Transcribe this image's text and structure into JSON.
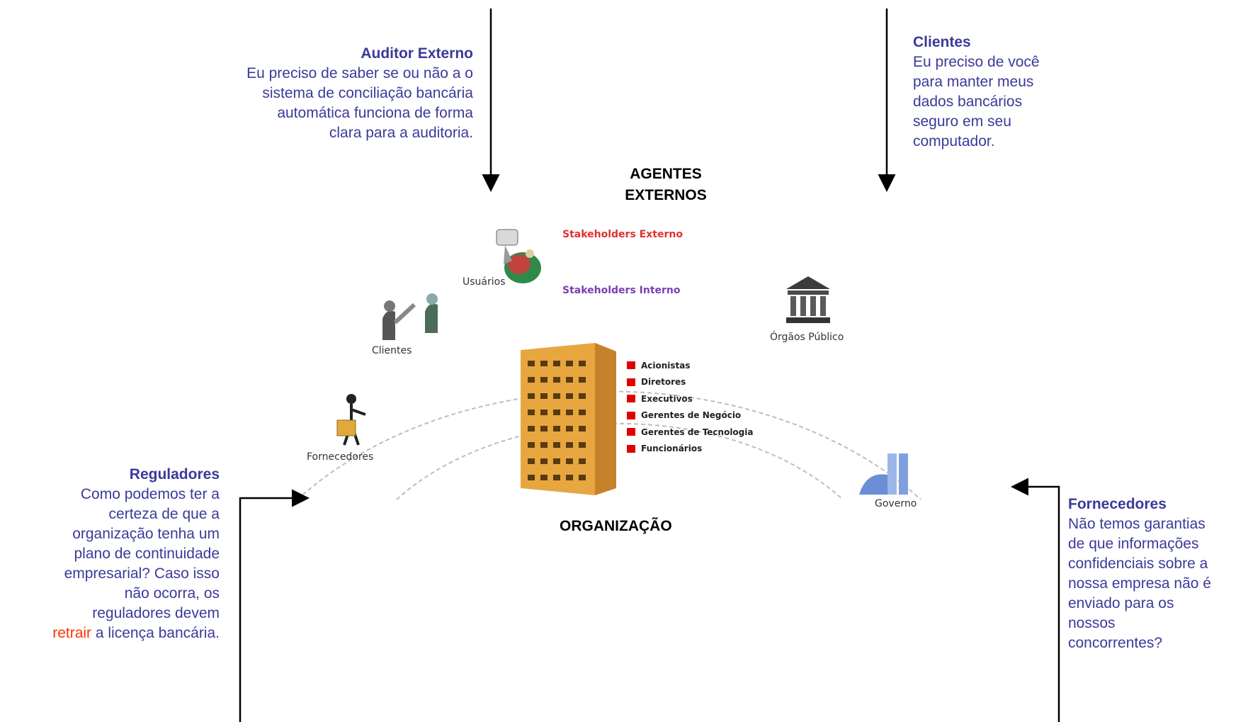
{
  "center": {
    "agentes_line1": "AGENTES",
    "agentes_line2": "EXTERNOS",
    "organizacao": "ORGANIZAÇÃO"
  },
  "arcs": {
    "outer_label": "Stakeholders Externo",
    "inner_label": "Stakeholders Interno",
    "outer_color": "#e03030",
    "inner_color": "#7a3fb0"
  },
  "stakeholders": {
    "usuarios": "Usuários",
    "clientes": "Clientes",
    "fornecedores": "Fornecedores",
    "orgaos": "Órgãos Público",
    "governo": "Governo"
  },
  "legend": [
    "Acionistas",
    "Diretores",
    "Executivos",
    "Gerentes de Negócio",
    "Gerentes de Tecnologia",
    "Funcionários"
  ],
  "callouts": {
    "auditor": {
      "title": "Auditor Externo",
      "lines": [
        "Eu preciso de saber se ou não a o",
        "sistema de conciliação bancária",
        "automática funciona de forma",
        "clara para a auditoria."
      ]
    },
    "clientes": {
      "title": "Clientes",
      "lines": [
        "Eu preciso de você",
        "para manter meus",
        "dados bancários",
        "seguro em seu",
        "computador."
      ]
    },
    "reguladores": {
      "title": "Reguladores",
      "lines": [
        "Como podemos ter a",
        "certeza de que a",
        "organização tenha um",
        "plano de continuidade",
        "empresarial? Caso isso",
        "não ocorra, os",
        "reguladores devem"
      ],
      "last_red": "retrair",
      "last_rest": " a licença bancária."
    },
    "fornecedores": {
      "title": "Fornecedores",
      "lines": [
        "Não temos garantias",
        "de que informações",
        "confidenciais sobre a",
        "nossa empresa não é",
        "enviado para os",
        "nossos",
        "concorrentes?"
      ]
    }
  },
  "colors": {
    "callout_text": "#3a3a9a",
    "highlight": "#ff3300",
    "legend_square": "#e00000"
  }
}
